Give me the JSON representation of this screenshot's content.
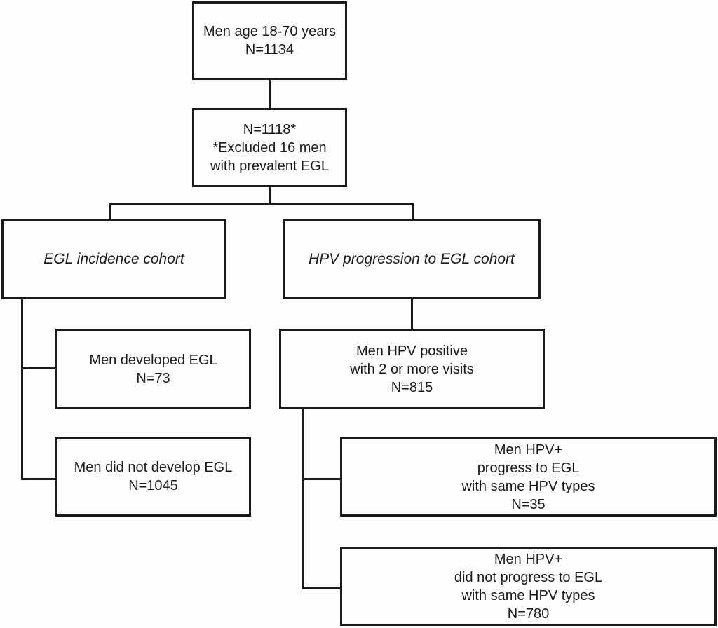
{
  "figure": {
    "type": "study-flow-diagram",
    "background": "#fdfdfd",
    "line_color": "#1a1a1a",
    "text_color": "#1a1a1a"
  },
  "nodes": {
    "total": {
      "lines": [
        "Men age 18-70 years",
        "N=1134"
      ],
      "n": 1134
    },
    "excluded": {
      "lines": [
        "N=1118*",
        "*Excluded 16 men",
        "with prevalent EGL"
      ],
      "n": 1118,
      "excluded_n": 16
    },
    "egl_cohort": {
      "lines": [
        "EGL incidence cohort"
      ]
    },
    "hpv_cohort": {
      "lines": [
        "HPV progression to EGL cohort"
      ]
    },
    "developed_egl": {
      "lines": [
        "Men developed EGL",
        "N=73"
      ],
      "n": 73
    },
    "not_developed_egl": {
      "lines": [
        "Men did not develop EGL",
        "N=1045"
      ],
      "n": 1045
    },
    "hpv_positive": {
      "lines": [
        "Men HPV positive",
        "with 2 or more visits",
        "N=815"
      ],
      "n": 815
    },
    "progressed": {
      "lines": [
        "Men HPV+",
        "progress to EGL",
        "with same HPV types",
        "N=35"
      ],
      "n": 35
    },
    "not_progressed": {
      "lines": [
        "Men HPV+",
        "did not progress to EGL",
        "with same HPV types",
        "N=780"
      ],
      "n": 780
    }
  }
}
